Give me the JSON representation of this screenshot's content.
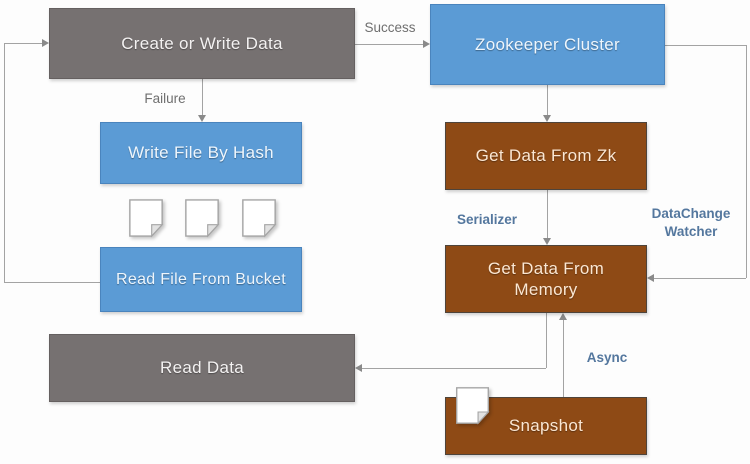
{
  "diagram": {
    "title": "zookeeper-data-flow-diagram",
    "nodes": {
      "create_write": {
        "label": "Create or Write Data",
        "color": "#767171"
      },
      "zookeeper": {
        "label": "Zookeeper Cluster",
        "color": "#5b9bd5"
      },
      "write_file_hash": {
        "label": "Write File By Hash",
        "color": "#5b9bd5"
      },
      "get_data_zk": {
        "label": "Get Data From Zk",
        "color": "#8e4a15"
      },
      "read_file_bucket": {
        "label": "Read File From Bucket",
        "color": "#5b9bd5"
      },
      "get_data_memory": {
        "label": "Get Data From Memory",
        "color": "#8e4a15"
      },
      "read_data": {
        "label": "Read Data",
        "color": "#767171"
      },
      "snapshot": {
        "label": "Snapshot",
        "color": "#8e4a15"
      }
    },
    "edge_labels": {
      "success": "Success",
      "failure": "Failure",
      "serializer": "Serializer",
      "datachange_watcher": "DataChange Watcher",
      "async": "Async"
    },
    "icons": {
      "page": "document-icon",
      "snapshot_page": "document-icon"
    },
    "colors": {
      "background": "#fdfdfd",
      "gray_node": "#767171",
      "blue_node": "#5b9bd5",
      "brown_node": "#8e4a15",
      "connector": "#a3a3a3",
      "arrowhead": "#8a8a8a",
      "plain_label": "#6f6f6f",
      "accent_label": "#54779e",
      "node_text_light": "#f4f2f2",
      "node_text_cream": "#fbe7d3"
    }
  }
}
